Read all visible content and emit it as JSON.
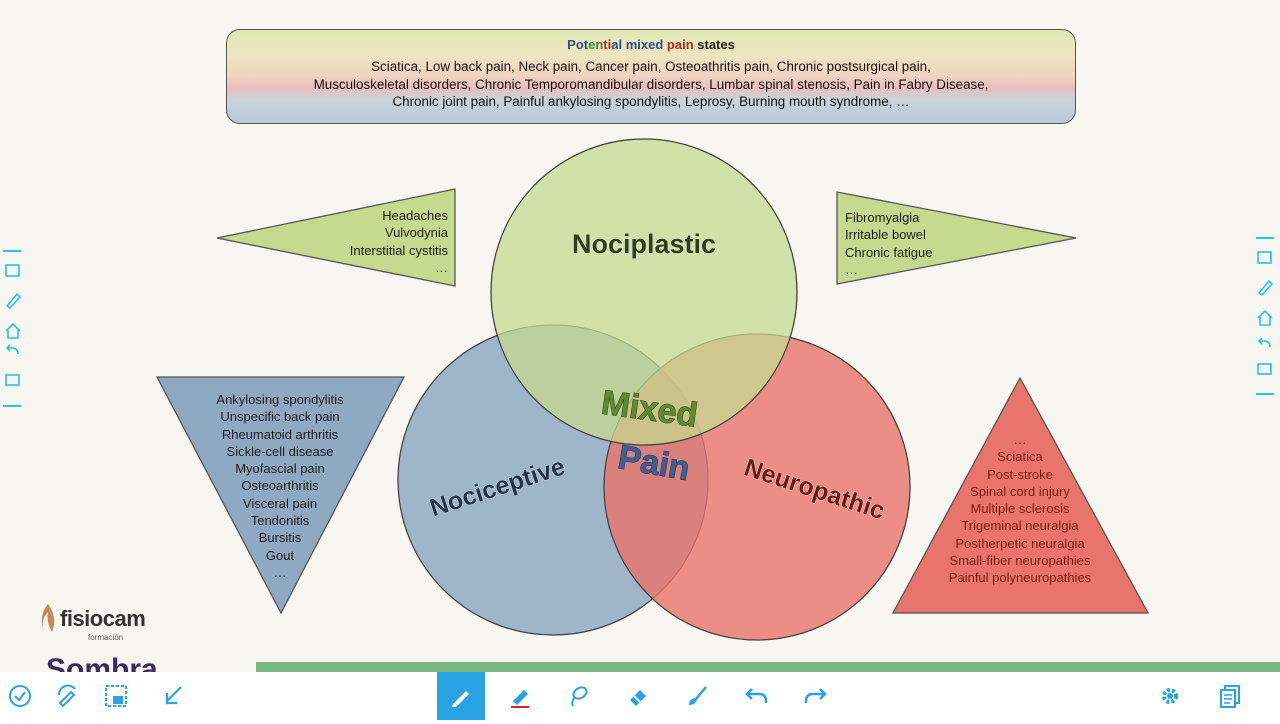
{
  "banner": {
    "title_part1": "Pot",
    "title_part2": "en",
    "title_part3": "ti",
    "title_part4": "al ",
    "title_mixed": "mixed",
    "title_pain": "pain",
    "title_states": "states",
    "lines": [
      "Sciatica, Low back pain, Neck pain, Cancer pain, Osteoathritis pain, Chronic postsurgical pain,",
      "Musculoskeletal disorders, Chronic Temporomandibular disorders, Lumbar spinal stenosis, Pain in Fabry Disease,",
      "Chronic joint pain, Painful ankylosing spondylitis, Leprosy, Burning mouth syndrome, …"
    ]
  },
  "venn": {
    "nociplastic": "Nociplastic",
    "nociceptive": "Nociceptive",
    "neuropathic": "Neuropathic",
    "mixed": "Mixed",
    "pain": "Pain"
  },
  "lists": {
    "headaches": [
      "Headaches",
      "Vulvodynia",
      "Interstitial cystitis",
      "…"
    ],
    "fibro": [
      "Fibromyalgia",
      "Irritable bowel",
      "Chronic fatigue",
      "…"
    ],
    "nociceptive": [
      "Ankylosing spondylitis",
      "Unspecific back pain",
      "Rheumatoid arthritis",
      "Sickle-cell disease",
      "Myofascial pain",
      "Osteoarthritis",
      "Visceral pain",
      "Tendonitis",
      "Bursitis",
      "Gout",
      "…"
    ],
    "neuropathic": [
      "…",
      "Sciatica",
      "Post-stroke",
      "Spinal cord injury",
      "Multiple sclerosis",
      "Trigeminal neuralgia",
      "Postherpetic neuralgia",
      "Small-fiber neuropathies",
      "Painful polyneuropathies"
    ]
  },
  "logo": {
    "name": "fisiocam",
    "sub": "formación",
    "overlay_text": "Sombra"
  },
  "colors": {
    "nociplastic": "#c5d98f",
    "nociceptive": "#8fa9c2",
    "neuropathic": "#e9746c",
    "toolbar_accent": "#2aa3e3",
    "side_accent": "#26c3e8"
  }
}
